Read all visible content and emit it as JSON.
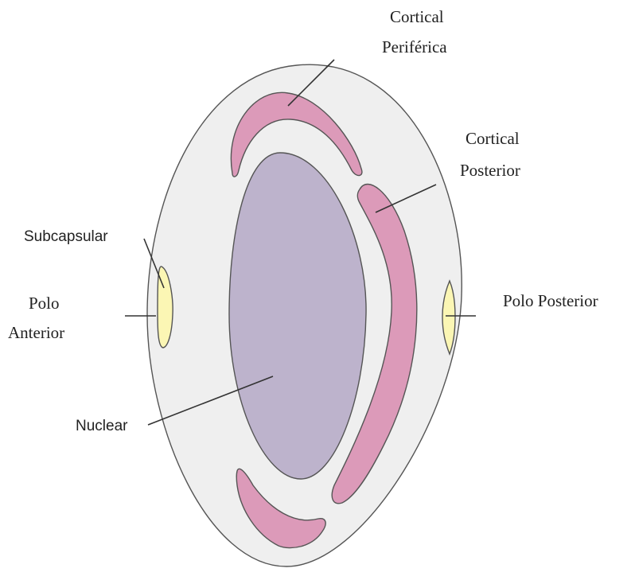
{
  "labels": {
    "cortical_periferica": [
      "Cortical",
      "Periférica"
    ],
    "cortical_posterior": [
      "Cortical",
      "Posterior"
    ],
    "subcapsular": "Subcapsular",
    "polo_anterior": [
      "Polo",
      "Anterior"
    ],
    "polo_posterior": "Polo Posterior",
    "nuclear": "Nuclear"
  },
  "colors": {
    "capsule": "#efefef",
    "nucleus": "#bdb3cc",
    "cortical": "#dc9ab9",
    "subcapsular": "#fbf6b4",
    "outline": "#555555",
    "text": "#222222"
  }
}
